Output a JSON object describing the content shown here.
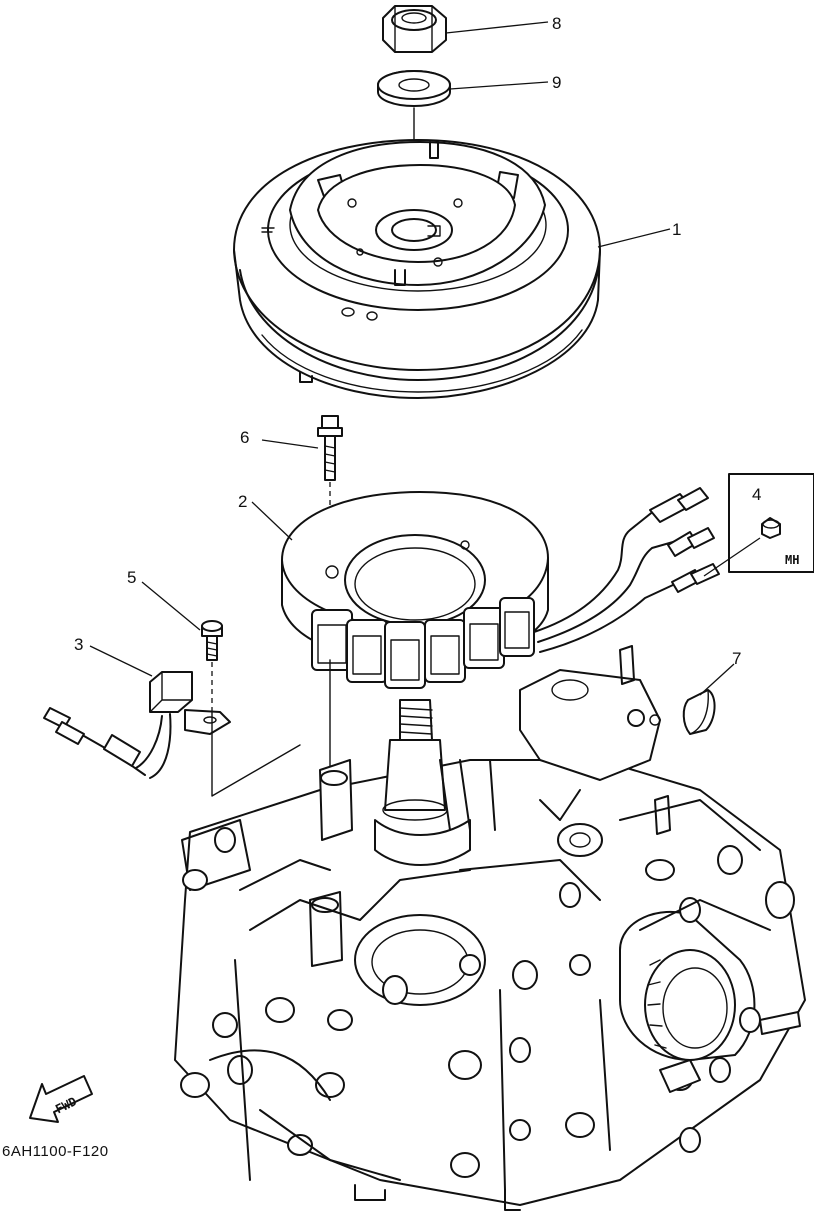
{
  "callouts": {
    "c1": "1",
    "c2": "2",
    "c3": "3",
    "c4": "4",
    "c5": "5",
    "c6": "6",
    "c7": "7",
    "c8": "8",
    "c9": "9"
  },
  "inset_label": "MH",
  "fwd_label": "FWD",
  "drawing_code": "6AH1100-F120"
}
